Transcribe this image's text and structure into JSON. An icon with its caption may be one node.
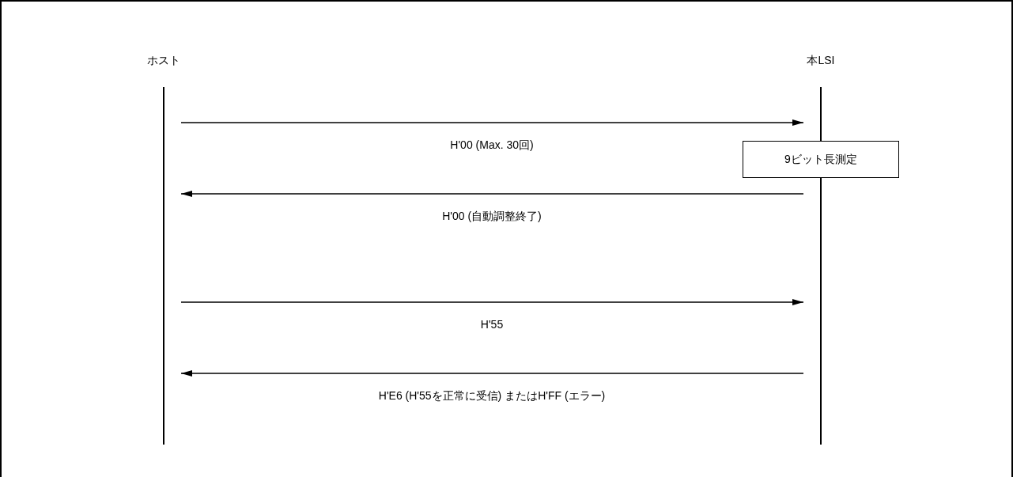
{
  "diagram": {
    "nodes": [
      {
        "text": [
          "ホスト"
        ]
      },
      {
        "text": [
          "本LSI"
        ]
      },
      {
        "text": [
          "9ビット長測定"
        ]
      }
    ],
    "edges": [
      {
        "from": 0,
        "to": 1,
        "arrow": "to",
        "label": "H'00 (Max. 30回)"
      },
      {
        "from": 1,
        "to": 0,
        "arrow": "to",
        "label": "H'00 (自動調整終了)"
      },
      {
        "from": 0,
        "to": 1,
        "arrow": "to",
        "label": "H'55"
      },
      {
        "from": 1,
        "to": 0,
        "arrow": "to",
        "label": "H'E6 (H'55を正常に受信) またはH'FF (エラー)"
      }
    ]
  }
}
